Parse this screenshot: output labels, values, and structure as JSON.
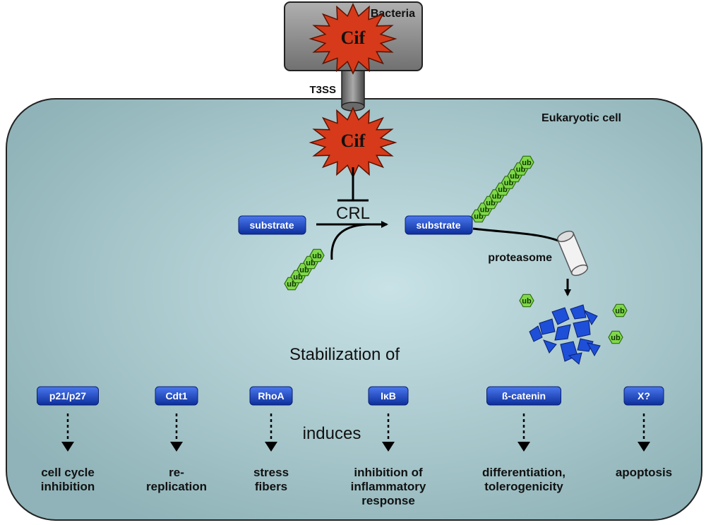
{
  "bacteria": {
    "label": "Bacteria",
    "effector": "Cif"
  },
  "secretion_system": "T3SS",
  "cell": {
    "label": "Eukaryotic cell",
    "effector": "Cif",
    "ligase": "CRL",
    "substrate_left": "substrate",
    "substrate_right": "substrate",
    "ubiquitin": "ub",
    "proteasome": "proteasome"
  },
  "stabilization_label": "Stabilization of",
  "induces_label": "induces",
  "targets": [
    {
      "protein": "p21/p27",
      "outcome": [
        "cell cycle",
        "inhibition"
      ]
    },
    {
      "protein": "Cdt1",
      "outcome": [
        "re-",
        "replication"
      ]
    },
    {
      "protein": "RhoA",
      "outcome": [
        "stress",
        "fibers"
      ]
    },
    {
      "protein": "IκB",
      "outcome": [
        "inhibition of",
        "inflammatory",
        "response"
      ]
    },
    {
      "protein": "ß-catenin",
      "outcome": [
        "differentiation,",
        "tolerogenicity"
      ]
    },
    {
      "protein": "X?",
      "outcome": [
        "apoptosis"
      ]
    }
  ],
  "colors": {
    "cell_fill": "#a9c8cc",
    "bacteria_fill": "#8e8e8e",
    "cif_fill": "#d63a1a",
    "box_fill": "#1846c8",
    "ub_fill": "#7fd84a"
  }
}
